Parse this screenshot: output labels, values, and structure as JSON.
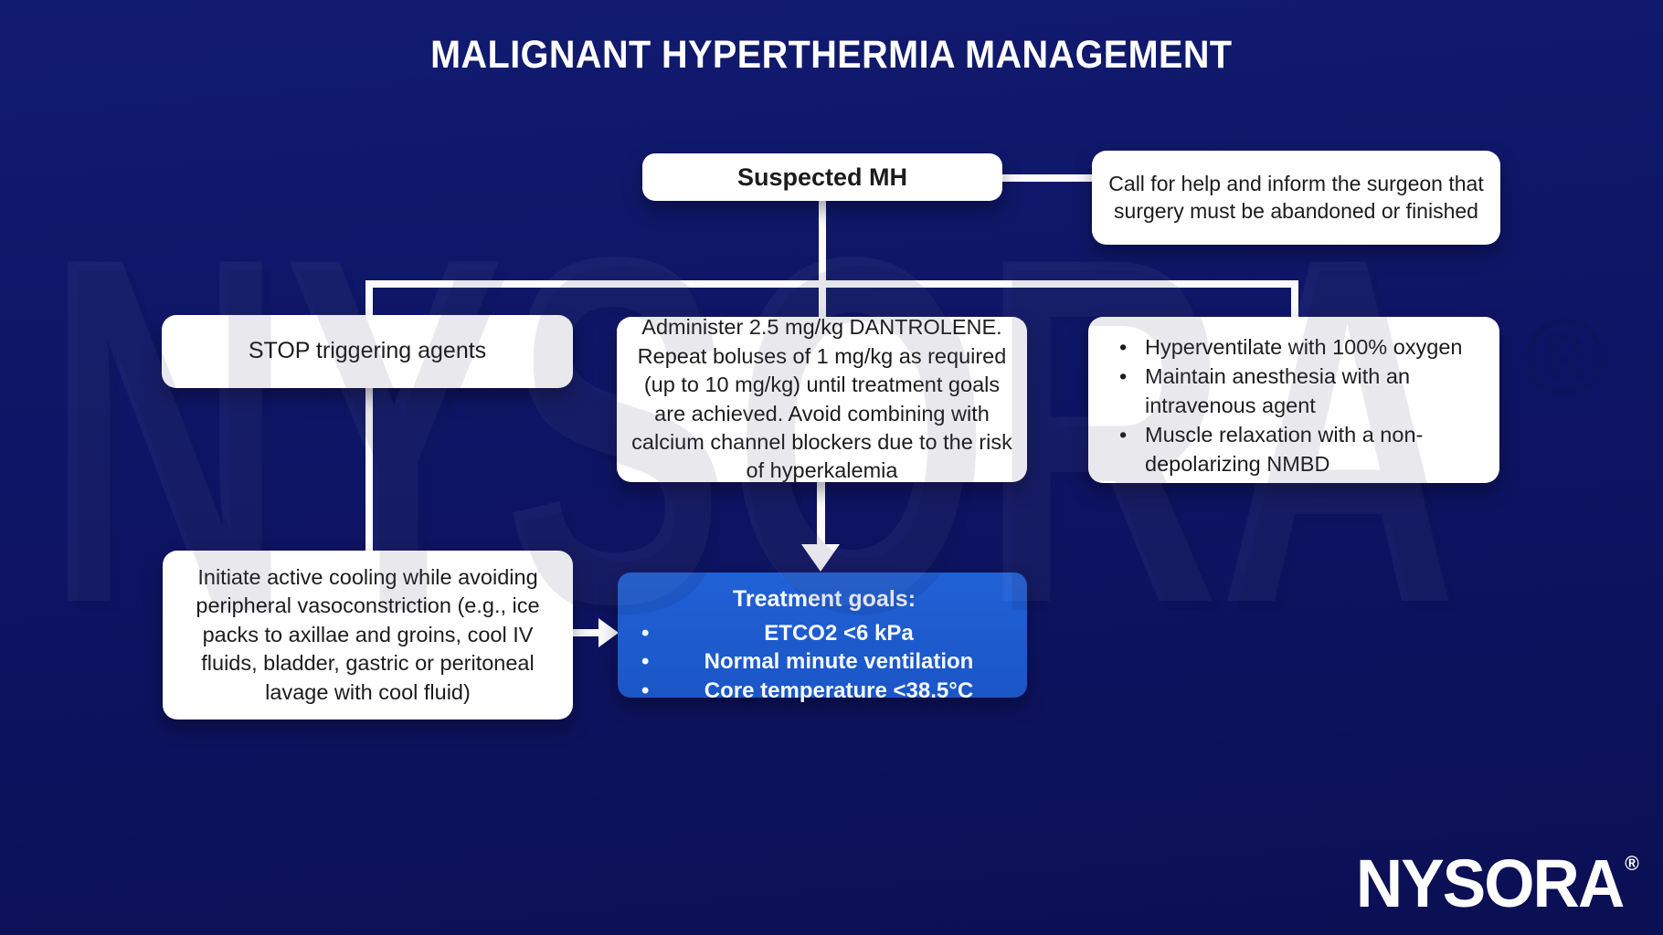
{
  "title": "MALIGNANT HYPERTHERMIA MANAGEMENT",
  "watermark": {
    "text": "NYSORA",
    "registered_mark": "®"
  },
  "logo": {
    "text": "NYSORA",
    "registered_mark": "®"
  },
  "colors": {
    "background": "#0e1464",
    "node_background": "#ffffff",
    "goals_background": "#1c5ccc",
    "node_text": "#1c1c1e",
    "light_text": "#ffffff",
    "connector": "#fbfbfd"
  },
  "nodes": {
    "suspected": {
      "label": "Suspected MH"
    },
    "call_for_help": {
      "text": "Call for help and inform the surgeon that surgery must be abandoned or finished"
    },
    "stop_agents": {
      "text": "STOP triggering agents"
    },
    "dantrolene": {
      "text": "Administer 2.5 mg/kg DANTROLENE. Repeat boluses of 1 mg/kg as required (up to 10 mg/kg) until treatment goals are achieved. Avoid combining with calcium channel blockers due to the risk of hyperkalemia"
    },
    "ventilation": {
      "bullets": [
        "Hyperventilate with 100% oxygen",
        "Maintain anesthesia with an intravenous agent",
        "Muscle relaxation with a non-depolarizing  NMBD"
      ]
    },
    "cooling": {
      "text": "Initiate active cooling while avoiding peripheral vasoconstriction (e.g., ice packs to axillae and groins, cool IV fluids, bladder, gastric or peritoneal lavage with cool fluid)"
    },
    "treatment_goals": {
      "heading": "Treatment goals:",
      "bullets": [
        "ETCO2 <6 kPa",
        "Normal minute ventilation",
        "Core temperature <38.5°C"
      ]
    }
  }
}
